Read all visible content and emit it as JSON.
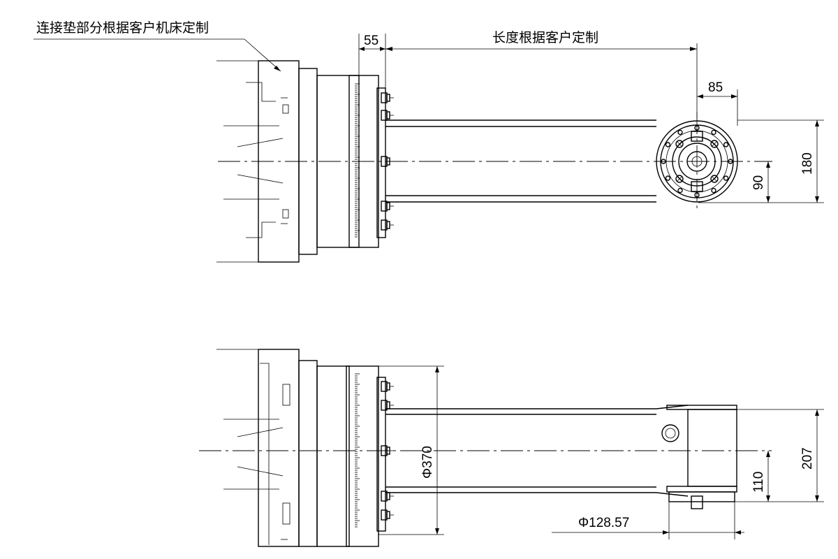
{
  "annotations": {
    "pad_note": "连接垫部分根据客户机床定制",
    "length_note": "长度根据客户定制"
  },
  "dimensions": {
    "top_55": "55",
    "top_85": "85",
    "top_180": "180",
    "top_90": "90",
    "bottom_dia370": "Φ370",
    "bottom_207": "207",
    "bottom_110": "110",
    "bottom_dia128": "Φ128.57"
  }
}
